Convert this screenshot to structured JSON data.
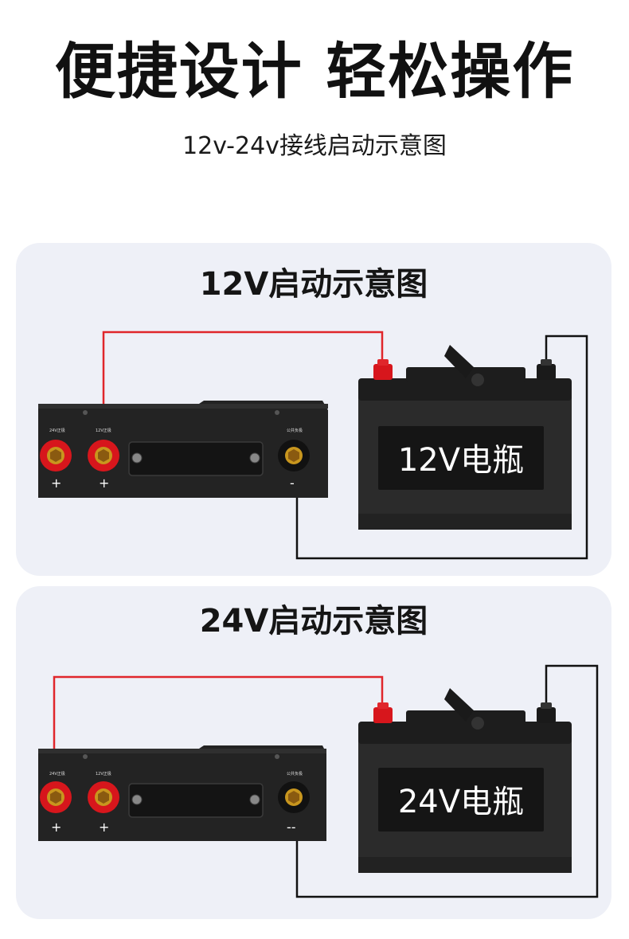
{
  "header": {
    "title": "便捷设计 轻松操作",
    "subtitle": "12v-24v接线启动示意图"
  },
  "panels": [
    {
      "title": "12V启动示意图",
      "battery_label": "12V电瓶",
      "device": {
        "terminal_24v_label": "24V正极",
        "terminal_12v_label": "12V正极",
        "terminal_common_label": "公共负极",
        "sign_24v": "+",
        "sign_12v": "+",
        "sign_common": "-"
      },
      "connection": "12V正极"
    },
    {
      "title": "24V启动示意图",
      "battery_label": "24V电瓶",
      "device": {
        "terminal_24v_label": "24V正极",
        "terminal_12v_label": "12V正极",
        "terminal_common_label": "公共负极",
        "sign_24v": "+",
        "sign_12v": "+",
        "sign_common": "--"
      },
      "connection": "24V正极"
    }
  ],
  "colors": {
    "panel_bg": "#eef0f7",
    "positive_wire": "#e0262b",
    "negative_wire": "#111111",
    "battery_body": "#2b2b2b",
    "device_body": "#232323",
    "terminal_red": "#d7161c",
    "terminal_gold": "#c8961e"
  }
}
